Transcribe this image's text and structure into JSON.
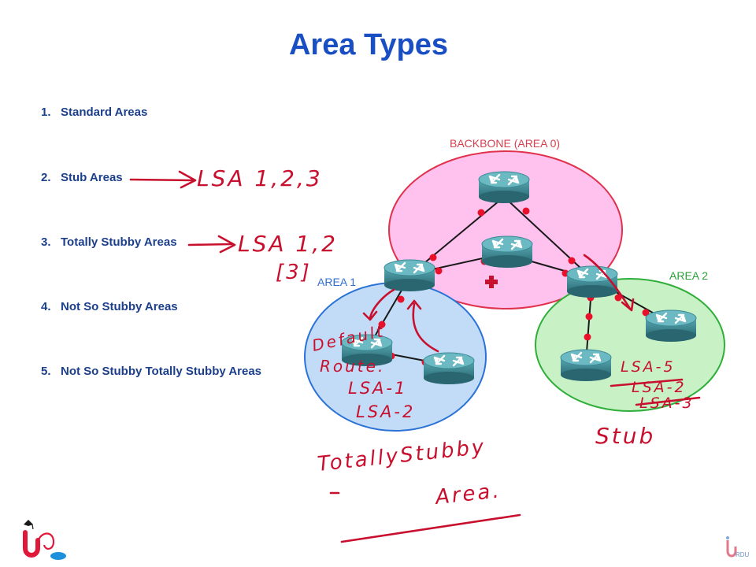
{
  "title": "Area Types",
  "list": [
    {
      "num": "1.",
      "label": "Standard Areas"
    },
    {
      "num": "2.",
      "label": "Stub Areas"
    },
    {
      "num": "3.",
      "label": "Totally Stubby Areas"
    },
    {
      "num": "4.",
      "label": "Not So Stubby Areas"
    },
    {
      "num": "5.",
      "label": "Not So Stubby Totally Stubby Areas"
    }
  ],
  "areas": {
    "backbone": "BACKBONE (AREA 0)",
    "area1": "AREA 1",
    "area2": "AREA 2"
  },
  "colors": {
    "title": "#1a4fc4",
    "list_text": "#1c3f8c",
    "backbone_fill": "#ffc2ee",
    "backbone_stroke": "#e0324c",
    "area1_fill": "#c2dcf7",
    "area1_stroke": "#2a72d6",
    "area2_fill": "#c8f2c6",
    "area2_stroke": "#2fae3a",
    "router": "#3c8994",
    "link_dot": "#e8102a",
    "handwriting": "#c8102e"
  },
  "annotations": {
    "stub_lsa": "LSA 1,2,3",
    "totally_stubby_lsa": "LSA 1,2",
    "totally_stubby_bracket": "[3]",
    "default_route_1": "Default",
    "default_route_2": "Route.",
    "area1_lsa1": "LSA-1",
    "area1_lsa2": "LSA-2",
    "area2_lsa5": "LSA-5",
    "area2_lsa2": "LSA-2",
    "area2_lsa3": "LSA-3",
    "stub_word": "Stub",
    "totally_stubby_word": "TotallyStubby",
    "area_word": "Area."
  },
  "logo": {
    "small_text": "RDU"
  }
}
